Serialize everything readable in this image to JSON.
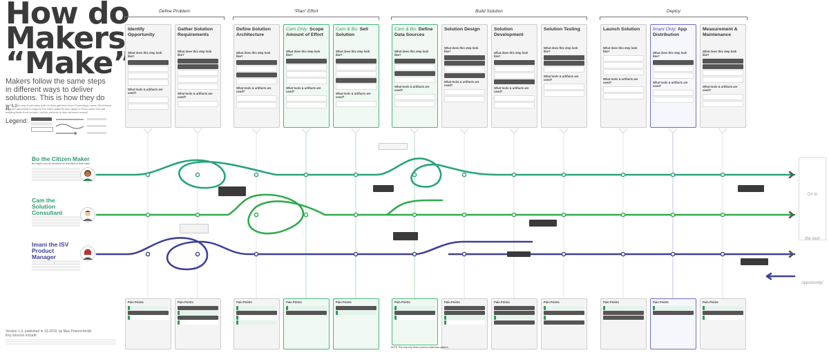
{
  "title": {
    "line1": "How do",
    "line2": "Makers",
    "line3": "“Make”?"
  },
  "intro": "Makers follow the same steps in different ways to deliver solutions. This is how they do it.",
  "intro_ref": "1,2",
  "note": "NOTE: This map is primarily built on data gathered from PowerApps users. All of these data are anecdotal to support the same patterns also apply to Flow users who are building flows from scratch, but the process is less coherent overall.",
  "legend": {
    "title": "Legend:"
  },
  "phases": [
    {
      "label": "Define Problem"
    },
    {
      "label": "\"Plan\" Effort"
    },
    {
      "label": "Build Solution"
    },
    {
      "label": "Deploy"
    }
  ],
  "cards": [
    {
      "prefix": "",
      "title": "Identify Opportunity",
      "variant": "grey"
    },
    {
      "prefix": "",
      "title": "Gather Solution Requirements",
      "variant": "grey"
    },
    {
      "prefix": "",
      "title": "Define Solution Architecture",
      "variant": "grey"
    },
    {
      "prefix": "Cam Only:",
      "title": "Scope Amount of Effort",
      "variant": "green"
    },
    {
      "prefix": "Cam & Bo:",
      "title": "Sell Solution",
      "variant": "green"
    },
    {
      "prefix": "Cam & Bo:",
      "title": "Define Data Sources",
      "variant": "green"
    },
    {
      "prefix": "",
      "title": "Solution Design",
      "variant": "grey"
    },
    {
      "prefix": "",
      "title": "Solution Development",
      "variant": "grey"
    },
    {
      "prefix": "",
      "title": "Solution Testing",
      "variant": "grey"
    },
    {
      "prefix": "",
      "title": "Launch Solution",
      "variant": "grey"
    },
    {
      "prefix": "Imani Only:",
      "title": "App Distribution",
      "variant": "purple"
    },
    {
      "prefix": "",
      "title": "Measurement & Maintenance",
      "variant": "grey"
    }
  ],
  "card_headings": {
    "look": "What does this step look like?",
    "tools": "What tools & artifacts are used?"
  },
  "pain_heading": "Pain Points",
  "personas": [
    {
      "name": "Bo the Citizen Maker",
      "sub": "Bo makes one-off solutions for themself or their team."
    },
    {
      "name": "Cam the Solution Consultant",
      "sub": "Cam makes one-off solutions for others."
    },
    {
      "name": "Imani the ISV Product Manager",
      "sub": "Imani makes offerings for distribution."
    }
  ],
  "next_box": {
    "line1": "On to",
    "line2": "the next",
    "line3": "opportunity!"
  },
  "footer": {
    "version": "Version 1.0, published in 10-2019, by Max Petrenchmidt",
    "key": "Key sources include"
  },
  "bottom_note": "NOTE: This map only shows common maker/user patterns.",
  "colors": {
    "bo": "#27a37a",
    "cam": "#2eab4c",
    "imani": "#3d3f9a"
  }
}
